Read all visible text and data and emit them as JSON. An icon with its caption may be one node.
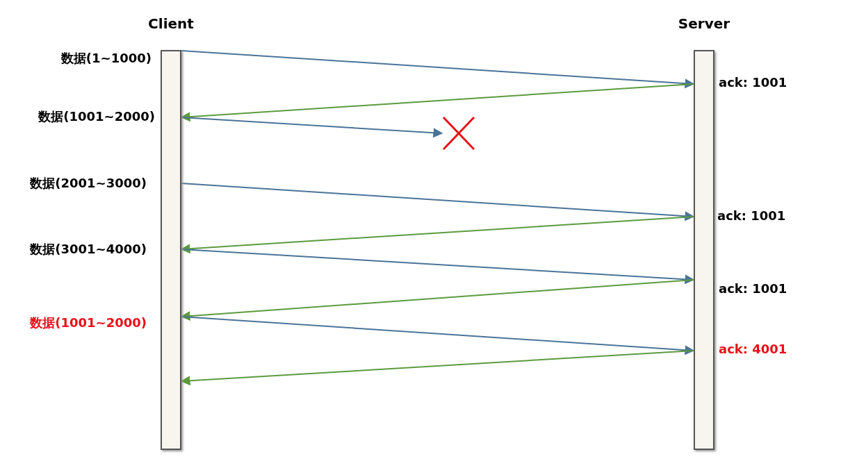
{
  "diagram": {
    "nodes": [
      {
        "text": [
          "Client"
        ]
      },
      {
        "text": [
          "Server"
        ]
      },
      {
        "text": [],
        "shape": "cross"
      }
    ],
    "edges": [
      {
        "from": 0,
        "to": 1,
        "arrow": "to"
      },
      {
        "from": 1,
        "to": 0,
        "arrow": "to",
        "color": "#5b9b3e"
      },
      {
        "from": 0,
        "to": 2,
        "arrow": "to"
      },
      {
        "from": 0,
        "to": 1,
        "arrow": "to"
      },
      {
        "from": 1,
        "to": 0,
        "arrow": "to",
        "color": "#5b9b3e"
      },
      {
        "from": 0,
        "to": 1,
        "arrow": "to"
      },
      {
        "from": 1,
        "to": 0,
        "arrow": "to",
        "color": "#5b9b3e"
      },
      {
        "from": 0,
        "to": 1,
        "arrow": "to"
      },
      {
        "from": 1,
        "to": 0,
        "arrow": "to",
        "color": "#5b9b3e"
      }
    ],
    "labels": [
      "数据(1~1000)",
      "ack: 1001",
      "数据(1001~2000)",
      "数据(2001~3000)",
      "ack: 1001",
      "数据(3001~4000)",
      "ack: 1001",
      "数据(1001~2000)",
      "ack: 4001"
    ]
  }
}
